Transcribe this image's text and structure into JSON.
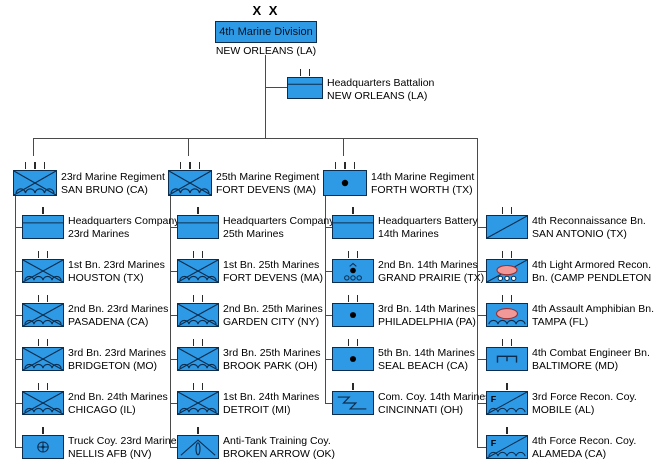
{
  "division": {
    "echelon_mark": "X X",
    "name": "4th Marine Division",
    "location": "NEW ORLEANS (LA)"
  },
  "hq_battalion": {
    "name": "Headquarters Battalion",
    "location": "NEW ORLEANS (LA)"
  },
  "regiments": [
    {
      "name": "23rd Marine Regiment",
      "location": "SAN BRUNO (CA)"
    },
    {
      "name": "25th Marine Regiment",
      "location": "FORT DEVENS (MA)"
    },
    {
      "name": "14th Marine Regiment",
      "location": "FORTH WORTH (TX)"
    }
  ],
  "col1": [
    {
      "name": "Headquarters Company",
      "location": "23rd Marines"
    },
    {
      "name": "1st Bn. 23rd Marines",
      "location": "HOUSTON (TX)"
    },
    {
      "name": "2nd Bn. 23rd Marines",
      "location": "PASADENA (CA)"
    },
    {
      "name": "3rd Bn. 23rd Marines",
      "location": "BRIDGETON (MO)"
    },
    {
      "name": "2nd Bn. 24th Marines",
      "location": "CHICAGO (IL)"
    },
    {
      "name": "Truck Coy. 23rd Marines",
      "location": "NELLIS AFB (NV)"
    }
  ],
  "col2": [
    {
      "name": "Headquarters Company",
      "location": "25th Marines"
    },
    {
      "name": "1st Bn. 25th Marines",
      "location": "FORT DEVENS (MA)"
    },
    {
      "name": "2nd Bn. 25th Marines",
      "location": "GARDEN CITY (NY)"
    },
    {
      "name": "3rd Bn. 25th Marines",
      "location": "BROOK PARK (OH)"
    },
    {
      "name": "1st Bn. 24th Marines",
      "location": "DETROIT (MI)"
    },
    {
      "name": "Anti-Tank Training Coy.",
      "location": "BROKEN ARROW (OK)"
    }
  ],
  "col3": [
    {
      "name": "Headquarters Battery",
      "location": "14th Marines"
    },
    {
      "name": "2nd Bn. 14th Marines",
      "location": "GRAND PRAIRIE (TX)"
    },
    {
      "name": "3rd Bn. 14th Marines",
      "location": "PHILADELPHIA (PA)"
    },
    {
      "name": "5th Bn. 14th Marines",
      "location": "SEAL BEACH (CA)"
    },
    {
      "name": "Com. Coy. 14th Marines",
      "location": "CINCINNATI (OH)"
    }
  ],
  "col4": [
    {
      "name": "4th Reconnaissance Bn.",
      "location": "SAN ANTONIO (TX)"
    },
    {
      "name": "4th Light Armored Recon.",
      "location": "Bn. (CAMP PENDLETON"
    },
    {
      "name": "4th Assault Amphibian Bn.",
      "location": "TAMPA (FL)"
    },
    {
      "name": "4th Combat Engineer Bn.",
      "location": "BALTIMORE (MD)"
    },
    {
      "name": "3rd Force Recon. Coy.",
      "location": "MOBILE (AL)"
    },
    {
      "name": "4th Force Recon. Coy.",
      "location": "ALAMEDA (CA)"
    }
  ],
  "symbol_legend": {
    "infantry-amphibious": "box with X and wave",
    "headquarters": "box with top bar",
    "artillery": "box with filled dot",
    "towed-rocket-artillery": "dot with chevron and three wheels",
    "communications": "lightning flash",
    "truck": "wheel",
    "anti-tank": "chevron with vertical round",
    "reconnaissance": "single diagonal",
    "light-armored-recon": "diagonal with oval and wheels",
    "assault-amphibian": "oval with wave",
    "engineer": "pronged bar",
    "force-recon": "F with diagonal and wave"
  },
  "colors": {
    "unit_fill": "#2e9ae6",
    "unit_border": "#0c2d4d",
    "armor_oval": "#f19999",
    "connector": "#4a4a4a"
  }
}
